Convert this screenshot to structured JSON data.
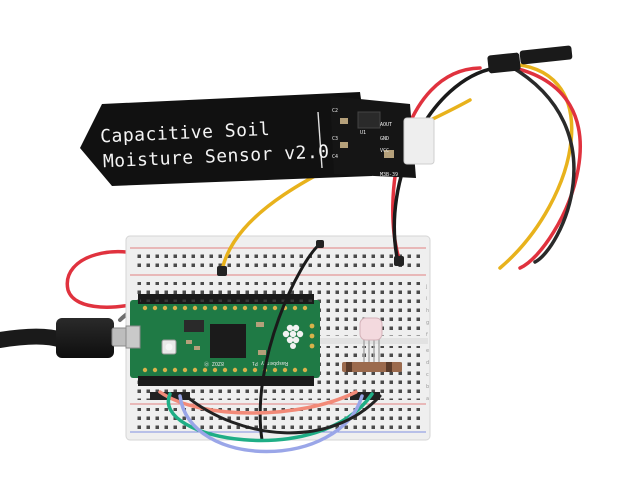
{
  "probe": {
    "label_line1": "Capacitive  Soil",
    "label_line2": "Moisture Sensor v2.0",
    "pcb_silk": [
      "C2",
      "C3",
      "C4",
      "U1",
      "AOUT",
      "GND",
      "VCC"
    ],
    "part_code": "M3B-39"
  },
  "pico": {
    "silk_left": "8ZOZ Ⓡ",
    "silk_right": "Raspberry Pi"
  },
  "breadboard": {
    "row_letters": [
      "a",
      "b",
      "c",
      "d",
      "e",
      "f",
      "g",
      "h",
      "i",
      "j"
    ]
  },
  "colors": {
    "probe_pcb": "#111111",
    "pico_pcb": "#1f7a45",
    "breadboard": "#efefef",
    "wire_yellow": "#e8b21c",
    "wire_red": "#e0323e",
    "wire_black": "#1a1a1a",
    "wire_orange": "#f08a2e",
    "wire_green": "#1fae86",
    "wire_lavender": "#9aa6e8",
    "wire_salmon": "#f28a78",
    "wire_grey": "#6e6e6e"
  }
}
